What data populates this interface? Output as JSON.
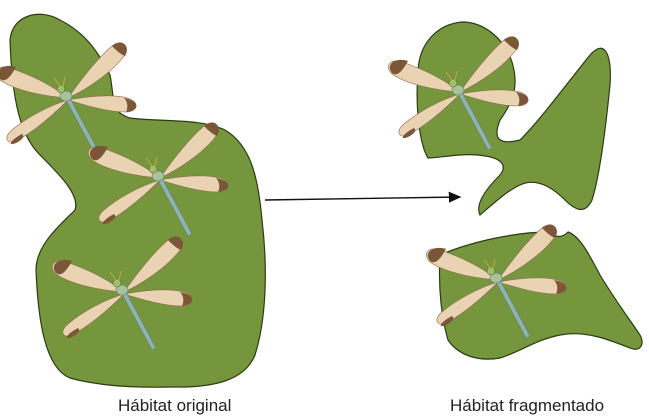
{
  "labels": {
    "original": "Hábitat original",
    "fragmented": "Hábitat fragmentado"
  },
  "colors": {
    "habitat_green": "#76963d",
    "outline": "#2b3a14",
    "arrow": "#111111",
    "wing": "#e9d3b3",
    "wing_tip": "#7b5637",
    "body": "#8fb3ad"
  },
  "icons": {
    "habitat": "habitat-patch",
    "insect": "dragonfly-icon",
    "arrow": "right-arrow-icon"
  }
}
